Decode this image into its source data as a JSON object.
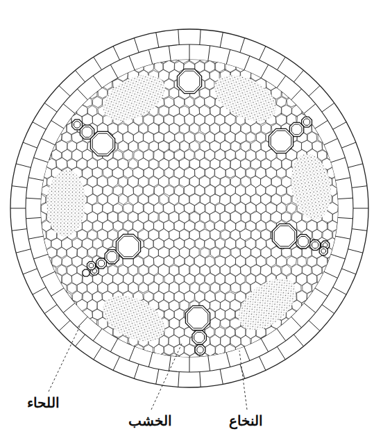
{
  "diagram": {
    "labels": [
      "اللحاء",
      "الخشب",
      "النخاع"
    ]
  }
}
